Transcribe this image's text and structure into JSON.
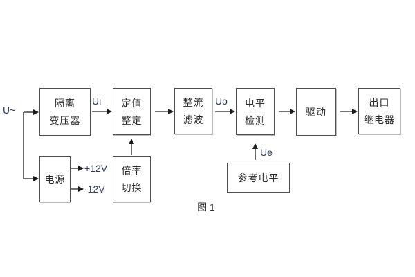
{
  "diagram": {
    "caption": "图 1",
    "input_label": "U~",
    "signals": {
      "ui": "Ui",
      "uo": "Uo",
      "ue": "Ue"
    },
    "power_rails": {
      "positive": "+12V",
      "negative": "·12V"
    },
    "blocks": {
      "isolation_transformer": {
        "line1": "隔离",
        "line2": "变压器"
      },
      "value_setting": {
        "line1": "定值",
        "line2": "整定"
      },
      "rectifier_filter": {
        "line1": "整流",
        "line2": "滤波"
      },
      "level_detection": {
        "line1": "电平",
        "line2": "检测"
      },
      "drive": {
        "line1": "驱动"
      },
      "output_relay": {
        "line1": "出口",
        "line2": "继电器"
      },
      "power_supply": {
        "line1": "电源"
      },
      "ratio_switch": {
        "line1": "倍率",
        "line2": "切换"
      },
      "reference_level": {
        "line1": "参考电平"
      }
    },
    "colors": {
      "background": "#ffffff",
      "box_border": "#4f4f4f",
      "chinese_text": "#2d2d2d",
      "latin_label_text": "#2c3a5e",
      "connector_line": "#1c1c1c"
    }
  }
}
